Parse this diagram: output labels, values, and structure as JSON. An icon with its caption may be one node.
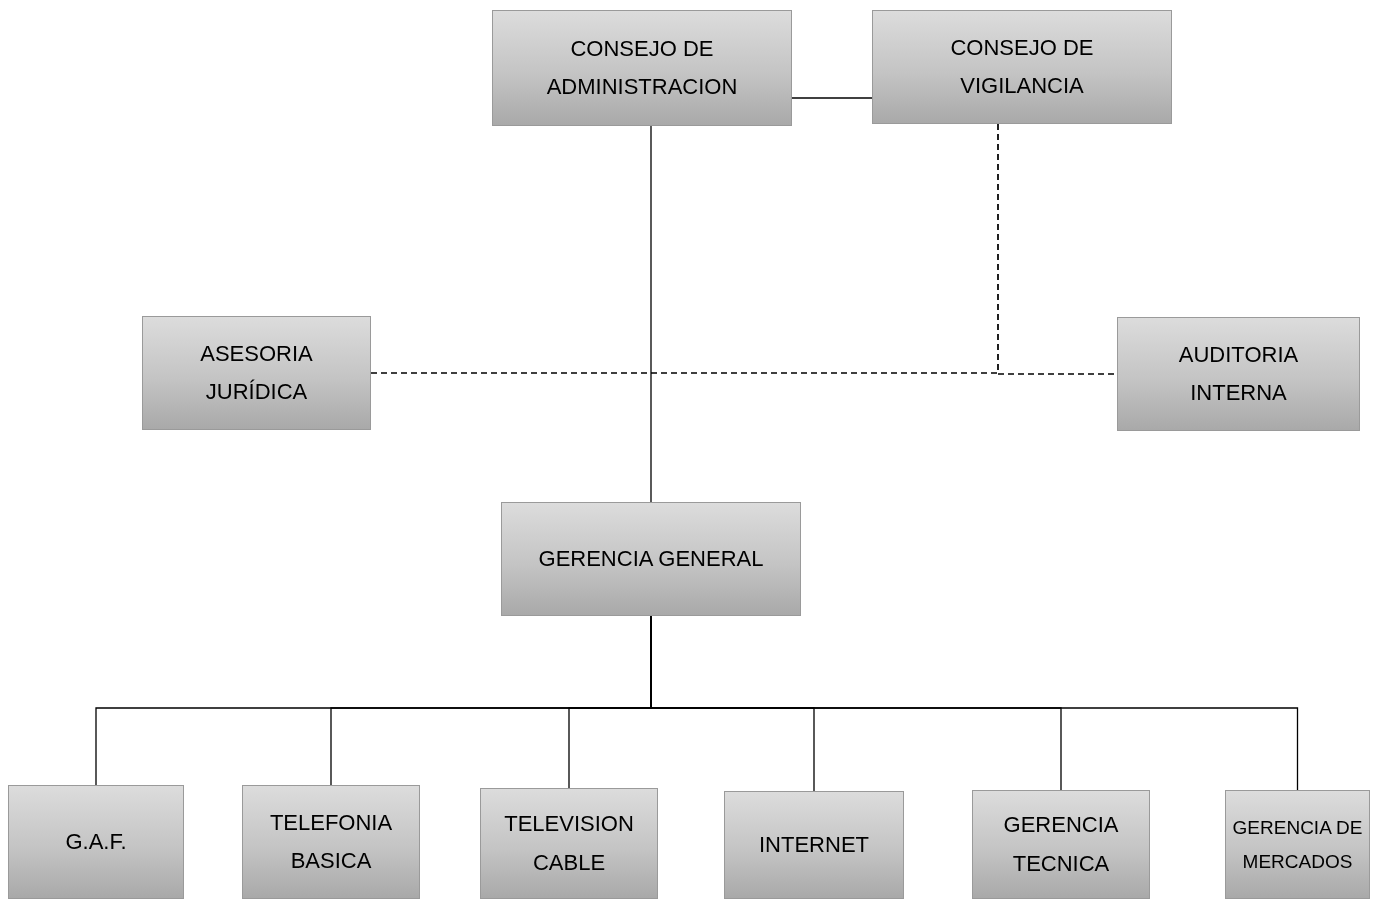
{
  "diagram": {
    "nodes": [
      {
        "text": [
          "CONSEJO DE ADMINISTRACION"
        ]
      },
      {
        "text": [
          "CONSEJO DE VIGILANCIA"
        ]
      },
      {
        "text": [
          "ASESORIA JURÍDICA"
        ]
      },
      {
        "text": [
          "AUDITORIA INTERNA"
        ]
      },
      {
        "text": [
          "GERENCIA GENERAL"
        ]
      },
      {
        "text": [
          "G.A.F."
        ]
      },
      {
        "text": [
          "TELEFONIA BASICA"
        ]
      },
      {
        "text": [
          "TELEVISION CABLE"
        ]
      },
      {
        "text": [
          "INTERNET"
        ]
      },
      {
        "text": [
          "GERENCIA TECNICA"
        ]
      },
      {
        "text": [
          "GERENCIA DE MERCADOS"
        ]
      }
    ],
    "edges": [
      {
        "from": 0,
        "to": 1,
        "arrow": "none"
      },
      {
        "from": 0,
        "to": 4,
        "arrow": "none"
      },
      {
        "from": 1,
        "to": 2,
        "arrow": "none",
        "style": "dashed"
      },
      {
        "from": 1,
        "to": 3,
        "arrow": "none",
        "style": "dashed"
      },
      {
        "from": 4,
        "to": 5,
        "arrow": "none"
      },
      {
        "from": 4,
        "to": 6,
        "arrow": "none"
      },
      {
        "from": 4,
        "to": 7,
        "arrow": "none"
      },
      {
        "from": 4,
        "to": 8,
        "arrow": "none"
      },
      {
        "from": 4,
        "to": 9,
        "arrow": "none"
      },
      {
        "from": 4,
        "to": 10,
        "arrow": "none"
      }
    ]
  }
}
